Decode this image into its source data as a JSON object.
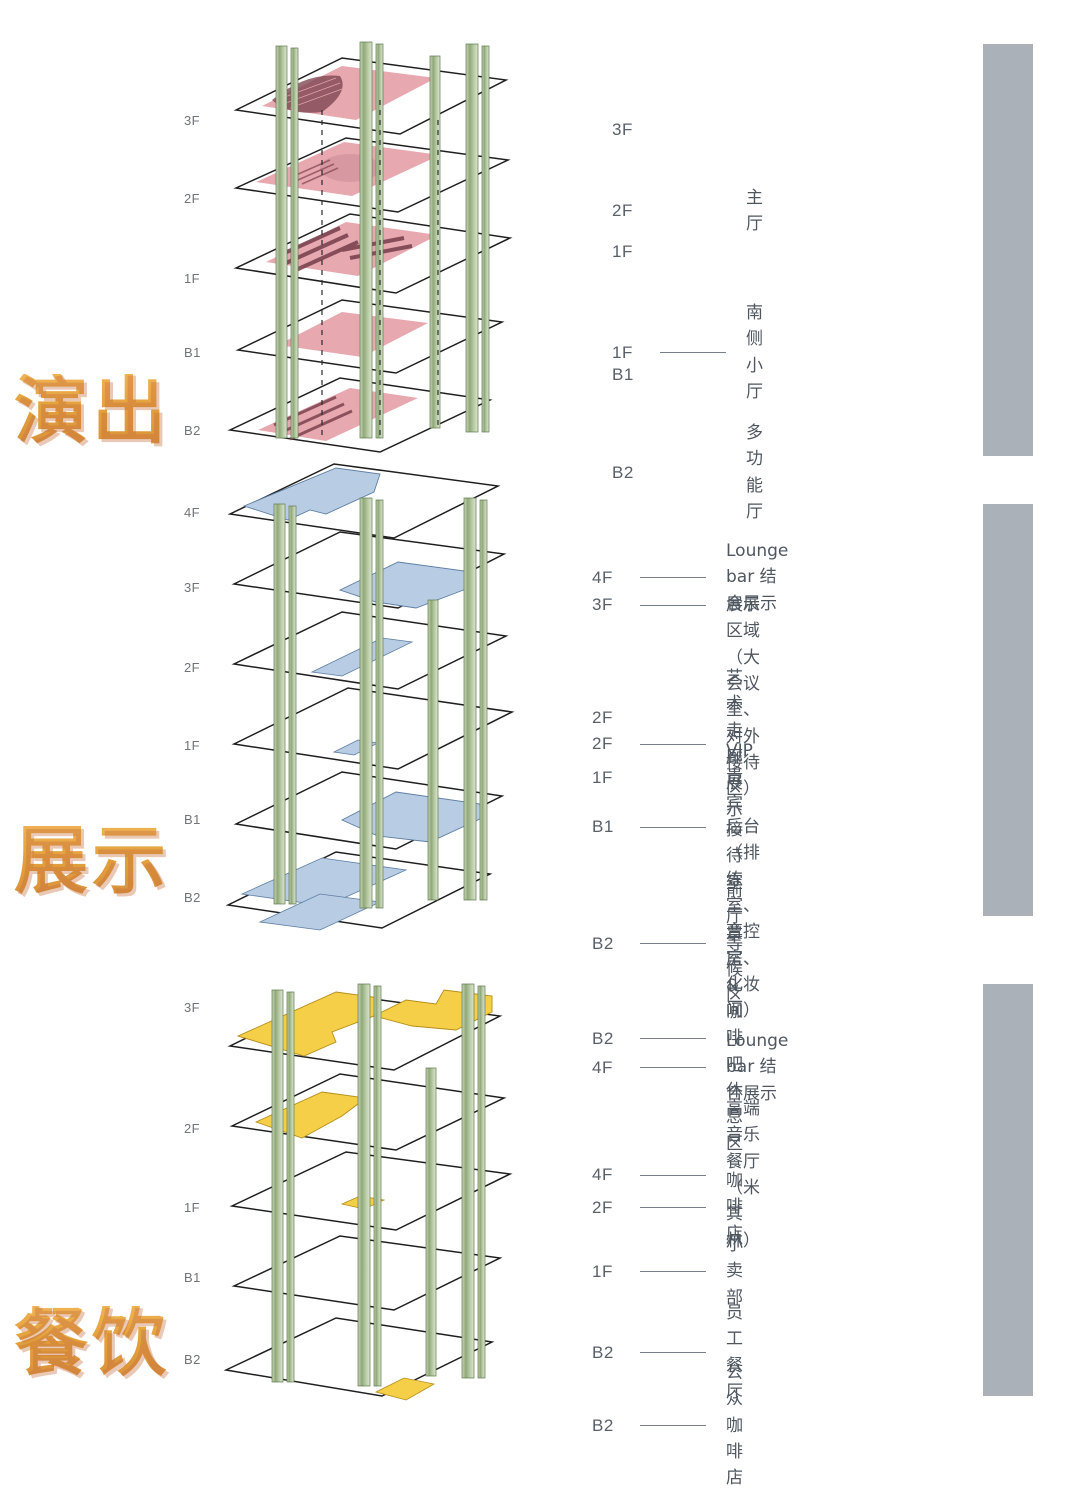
{
  "page": {
    "background": "#ffffff",
    "accent_orange": "#e0a23e",
    "grey_bar_color": "#aab1b8",
    "column_green": "#a8bc93",
    "slab_outline": "#1f1f1f"
  },
  "sections": [
    {
      "id": "performance",
      "title": "演出",
      "highlight_color": "#e8a8b0",
      "floor_ticks": [
        "3F",
        "2F",
        "1F",
        "B1",
        "B2"
      ],
      "legend": [
        {
          "floor": "3F",
          "dash": false,
          "text": ""
        },
        {
          "floor": "2F",
          "dash": false,
          "text": "主厅"
        },
        {
          "floor": "1F",
          "dash": false,
          "text": ""
        },
        {
          "floor": "1F",
          "dash": true,
          "text": "南侧小厅"
        },
        {
          "floor": "B1",
          "dash": false,
          "text": ""
        },
        {
          "floor": "B2",
          "dash": false,
          "text": "多功能厅"
        }
      ]
    },
    {
      "id": "exhibition",
      "title": "展示",
      "highlight_color": "#b8cce4",
      "floor_ticks": [
        "4F",
        "3F",
        "2F",
        "1F",
        "B1",
        "B2"
      ],
      "legend": [
        {
          "floor": "4F",
          "dash": true,
          "text": "Lounge bar 结合展示"
        },
        {
          "floor": "3F",
          "dash": true,
          "text": "展示区域（大会议\n室、对外接待区）"
        },
        {
          "floor": "2F",
          "dash": true,
          "text": "艺术走廊展示"
        },
        {
          "floor": "2F",
          "dash": false,
          "text": ""
        },
        {
          "floor": "1F",
          "dash": false,
          "text": "VIP贵宾接待室"
        },
        {
          "floor": "B1",
          "dash": true,
          "text": "后台（排练室、音控\n室、化妆间）"
        },
        {
          "floor": "B2",
          "dash": true,
          "text": "前厅等候区"
        },
        {
          "floor": "B2",
          "dash": true,
          "text": "票房&咖啡吧休息区"
        }
      ]
    },
    {
      "id": "dining",
      "title": "餐饮",
      "highlight_color": "#f5cf47",
      "floor_ticks": [
        "3F",
        "2F",
        "1F",
        "B1",
        "B2"
      ],
      "legend": [
        {
          "floor": "4F",
          "dash": true,
          "text": "Lounge bar 结合展示"
        },
        {
          "floor": "4F",
          "dash": true,
          "text": "高端音乐餐厅（米其林）"
        },
        {
          "floor": "2F",
          "dash": true,
          "text": "咖啡店"
        },
        {
          "floor": "1F",
          "dash": true,
          "text": "小卖部"
        },
        {
          "floor": "B2",
          "dash": true,
          "text": "员工餐厅"
        },
        {
          "floor": "B2",
          "dash": true,
          "text": "公众咖啡店"
        }
      ]
    }
  ]
}
